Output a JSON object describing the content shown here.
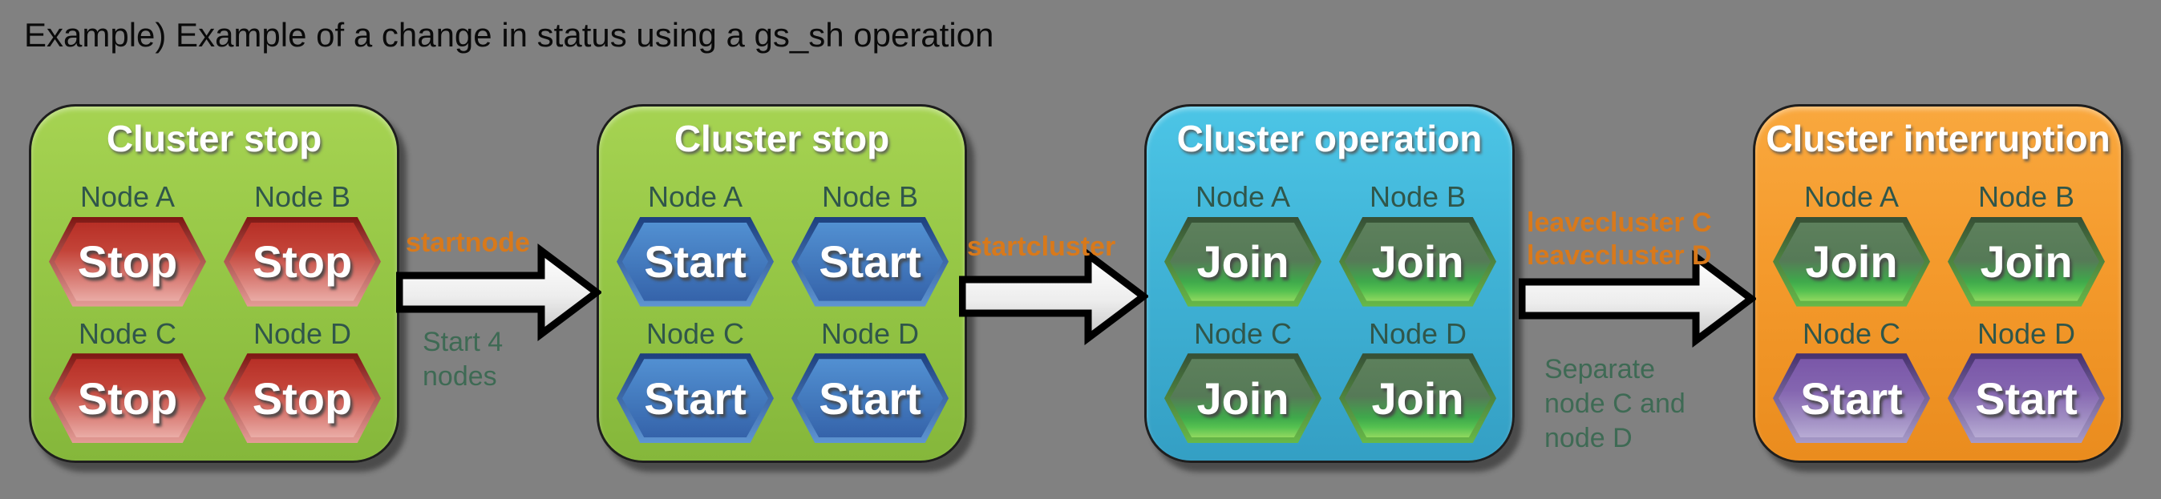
{
  "title": "Example) Example of a change in status using a gs_sh operation",
  "panels": [
    {
      "title": "Cluster stop",
      "theme": "green",
      "nodes": [
        {
          "label": "Node A",
          "action": "Stop",
          "variant": "stop"
        },
        {
          "label": "Node B",
          "action": "Stop",
          "variant": "stop"
        },
        {
          "label": "Node C",
          "action": "Stop",
          "variant": "stop"
        },
        {
          "label": "Node D",
          "action": "Stop",
          "variant": "stop"
        }
      ]
    },
    {
      "title": "Cluster stop",
      "theme": "green",
      "nodes": [
        {
          "label": "Node A",
          "action": "Start",
          "variant": "start-blue"
        },
        {
          "label": "Node B",
          "action": "Start",
          "variant": "start-blue"
        },
        {
          "label": "Node C",
          "action": "Start",
          "variant": "start-blue"
        },
        {
          "label": "Node D",
          "action": "Start",
          "variant": "start-blue"
        }
      ]
    },
    {
      "title": "Cluster operation",
      "theme": "cyan",
      "nodes": [
        {
          "label": "Node A",
          "action": "Join",
          "variant": "join"
        },
        {
          "label": "Node B",
          "action": "Join",
          "variant": "join"
        },
        {
          "label": "Node C",
          "action": "Join",
          "variant": "join"
        },
        {
          "label": "Node D",
          "action": "Join",
          "variant": "join"
        }
      ]
    },
    {
      "title": "Cluster interruption",
      "theme": "orange",
      "nodes": [
        {
          "label": "Node A",
          "action": "Join",
          "variant": "join"
        },
        {
          "label": "Node B",
          "action": "Join",
          "variant": "join"
        },
        {
          "label": "Node C",
          "action": "Start",
          "variant": "start-purple"
        },
        {
          "label": "Node D",
          "action": "Start",
          "variant": "start-purple"
        }
      ]
    }
  ],
  "arrows": [
    {
      "command": "startnode",
      "note": "Start 4\nnodes"
    },
    {
      "command": "startcluster"
    },
    {
      "command": "leavecluster C\nleavecluster D",
      "note": "Separate\nnode C and\nnode D"
    }
  ],
  "colors": {
    "background": "#818181",
    "title_text": "#0a0a0a",
    "command_text": "#d8791b",
    "note_text": "#3e6a54",
    "node_label_text": "#30564a",
    "panel_green": "#96c746",
    "panel_cyan": "#40b3d6",
    "panel_orange": "#f49a2c",
    "hex_stop_red": "#c0392b",
    "hex_start_blue": "#4278bc",
    "hex_join_green": "#56a95a",
    "hex_start_purple": "#8465b0",
    "arrow_fill": "#e8e8e8",
    "arrow_outline": "#000000"
  }
}
